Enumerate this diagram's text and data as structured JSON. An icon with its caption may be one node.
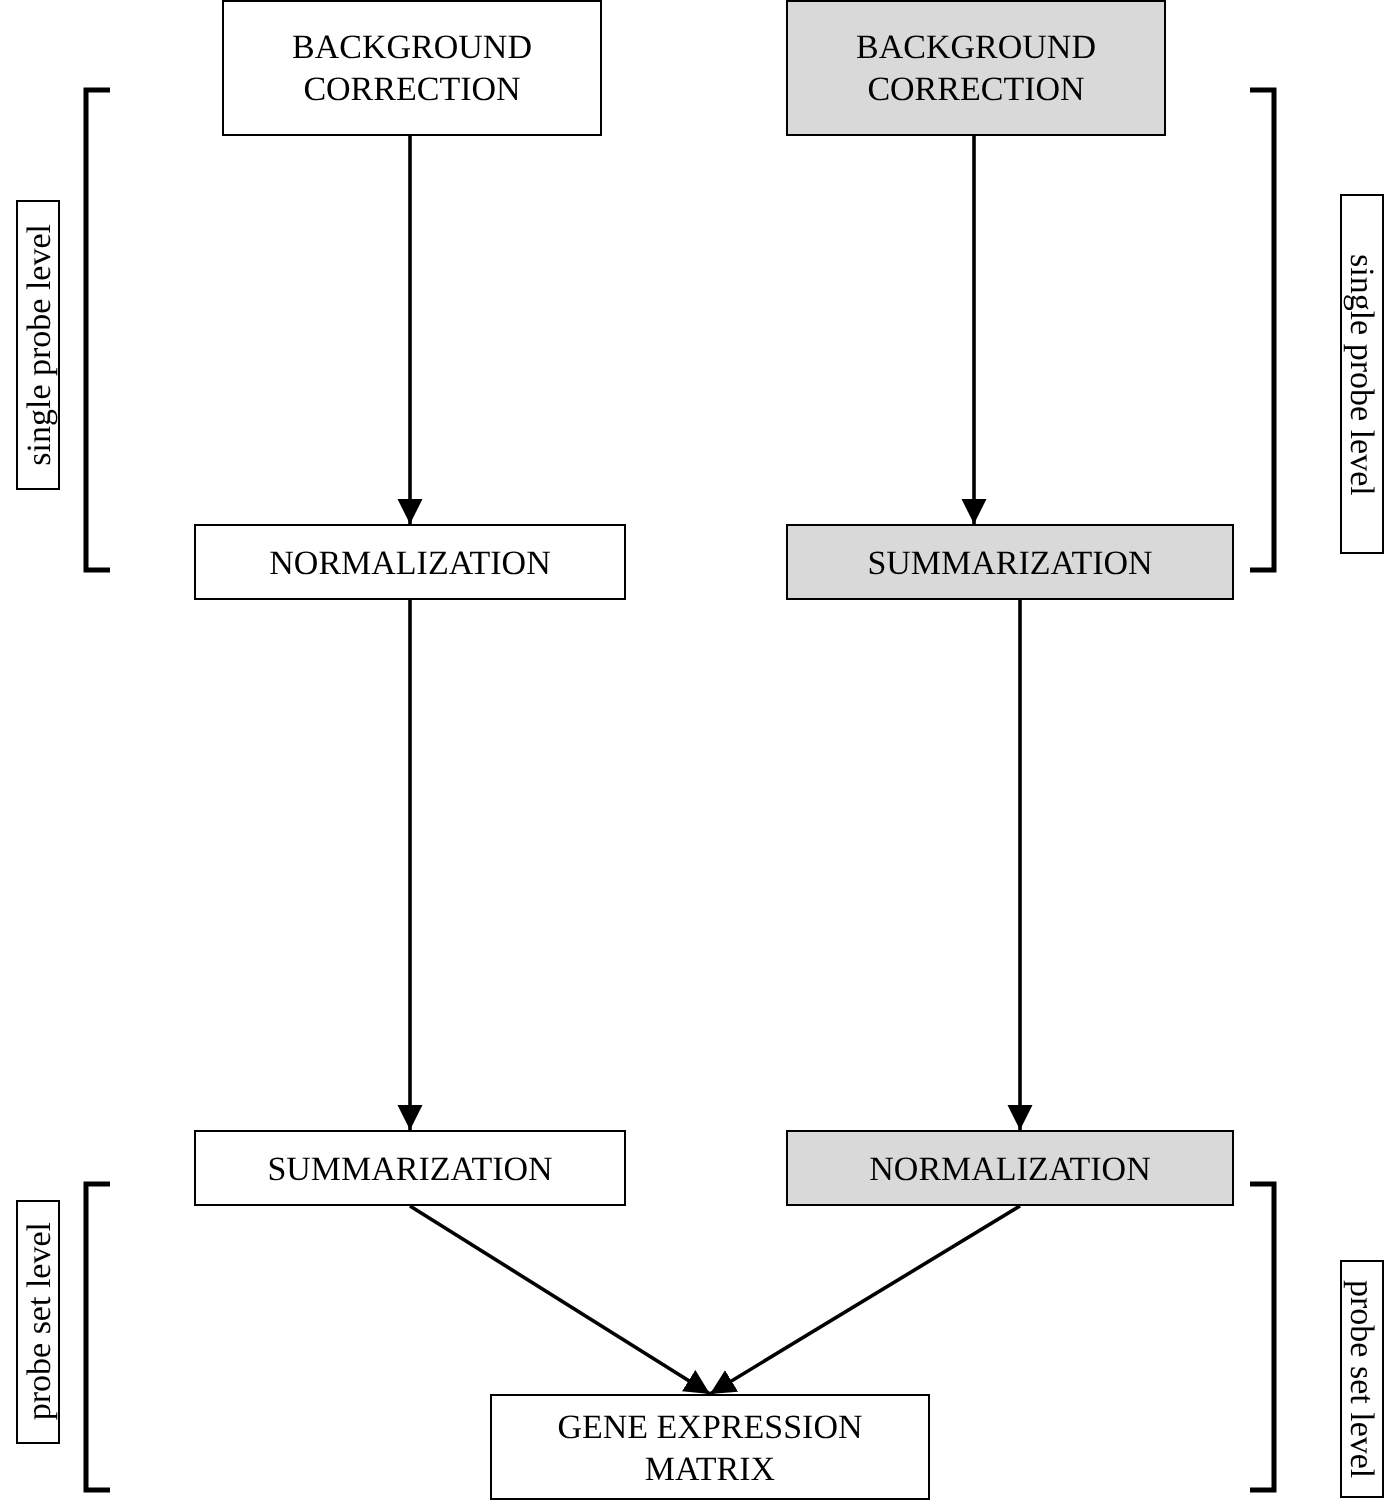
{
  "diagram": {
    "nodes": [
      {
        "text": [
          "BACKGROUND CORRECTION"
        ]
      },
      {
        "text": [
          "BACKGROUND CORRECTION"
        ]
      },
      {
        "text": [
          "single probe level"
        ]
      },
      {
        "text": [
          "NORMALIZATION"
        ]
      },
      {
        "text": [
          "SUMMARIZATION"
        ]
      },
      {
        "text": [
          "single probe level"
        ]
      },
      {
        "text": [
          "SUMMARIZATION"
        ]
      },
      {
        "text": [
          "NORMALIZATION"
        ]
      },
      {
        "text": [
          "probe set level"
        ]
      },
      {
        "text": [
          "probe set level"
        ]
      },
      {
        "text": [
          "GENE EXPRESSION MATRIX"
        ]
      }
    ],
    "edges": [
      {
        "from": 0,
        "to": 3,
        "arrow": "to"
      },
      {
        "from": 3,
        "to": 6,
        "arrow": "to"
      },
      {
        "from": 6,
        "to": 10,
        "arrow": "to"
      },
      {
        "from": 1,
        "to": 4,
        "arrow": "to"
      },
      {
        "from": 4,
        "to": 7,
        "arrow": "to"
      },
      {
        "from": 7,
        "to": 10,
        "arrow": "to"
      }
    ]
  }
}
